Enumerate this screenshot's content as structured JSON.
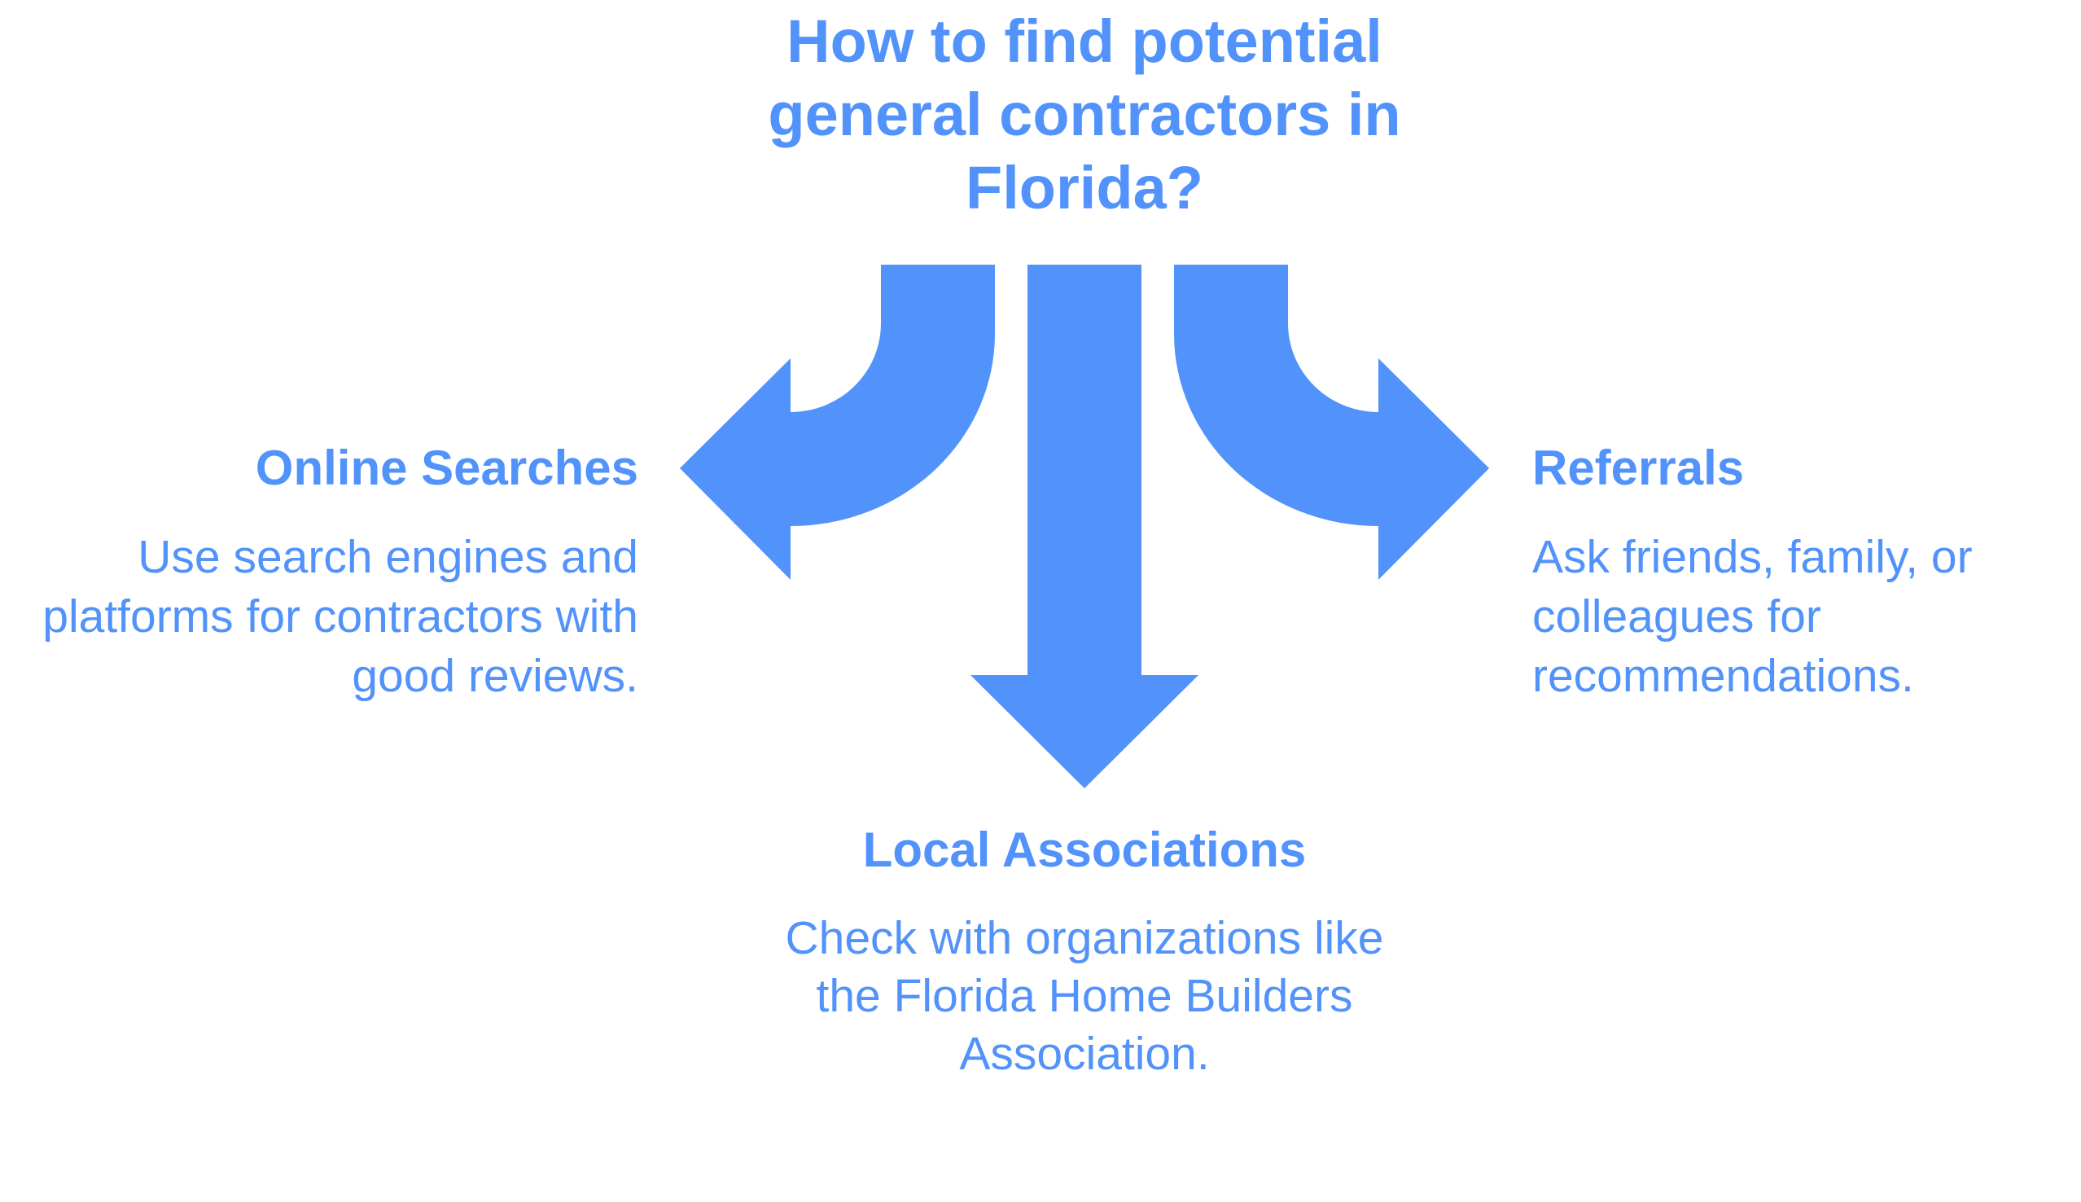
{
  "diagram": {
    "title_lines": [
      "How to find potential",
      "general contractors in",
      "Florida?"
    ],
    "accent_color": "#5292FB",
    "branches": [
      {
        "id": "online-searches",
        "direction": "left",
        "heading": "Online Searches",
        "description_lines": [
          "Use search engines and",
          "platforms for contractors with",
          "good reviews."
        ]
      },
      {
        "id": "local-associations",
        "direction": "down",
        "heading": "Local Associations",
        "description_lines": [
          "Check with organizations like",
          "the Florida Home Builders",
          "Association."
        ]
      },
      {
        "id": "referrals",
        "direction": "right",
        "heading": "Referrals",
        "description_lines": [
          "Ask friends, family, or",
          "colleagues for",
          "recommendations."
        ]
      }
    ]
  }
}
